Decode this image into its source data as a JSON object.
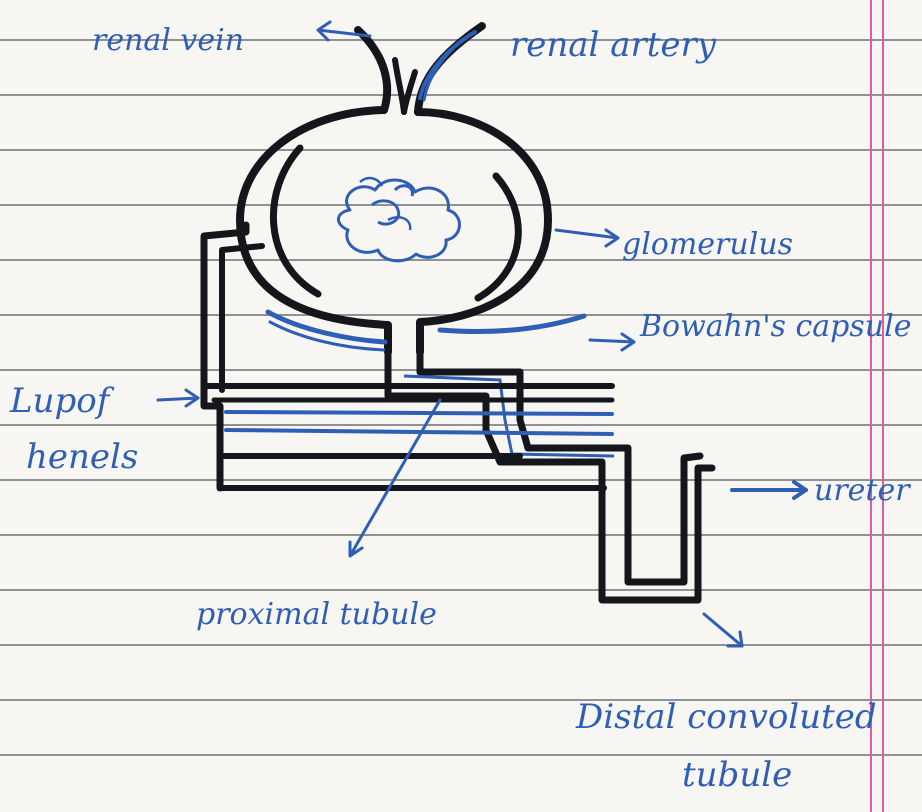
{
  "labels": {
    "renal_vein": "renal vein",
    "renal_artery": "renal artery",
    "glomerulus": "glomerulus",
    "bowmans_capsule": "Bowahn's capsule",
    "loop_of_henle_1": "Lupof",
    "loop_of_henle_2": "henels",
    "ureter": "ureter",
    "proximal_tubule": "proximal tubule",
    "distal_1": "Distal convoluted",
    "distal_2": "tubule"
  },
  "colors": {
    "ink_blue": "#2f5fb4",
    "ink_black": "#14161c",
    "paper": "#f7f6f2",
    "rule_line": "#8f9294",
    "margin_pink": "#e05aa8"
  }
}
